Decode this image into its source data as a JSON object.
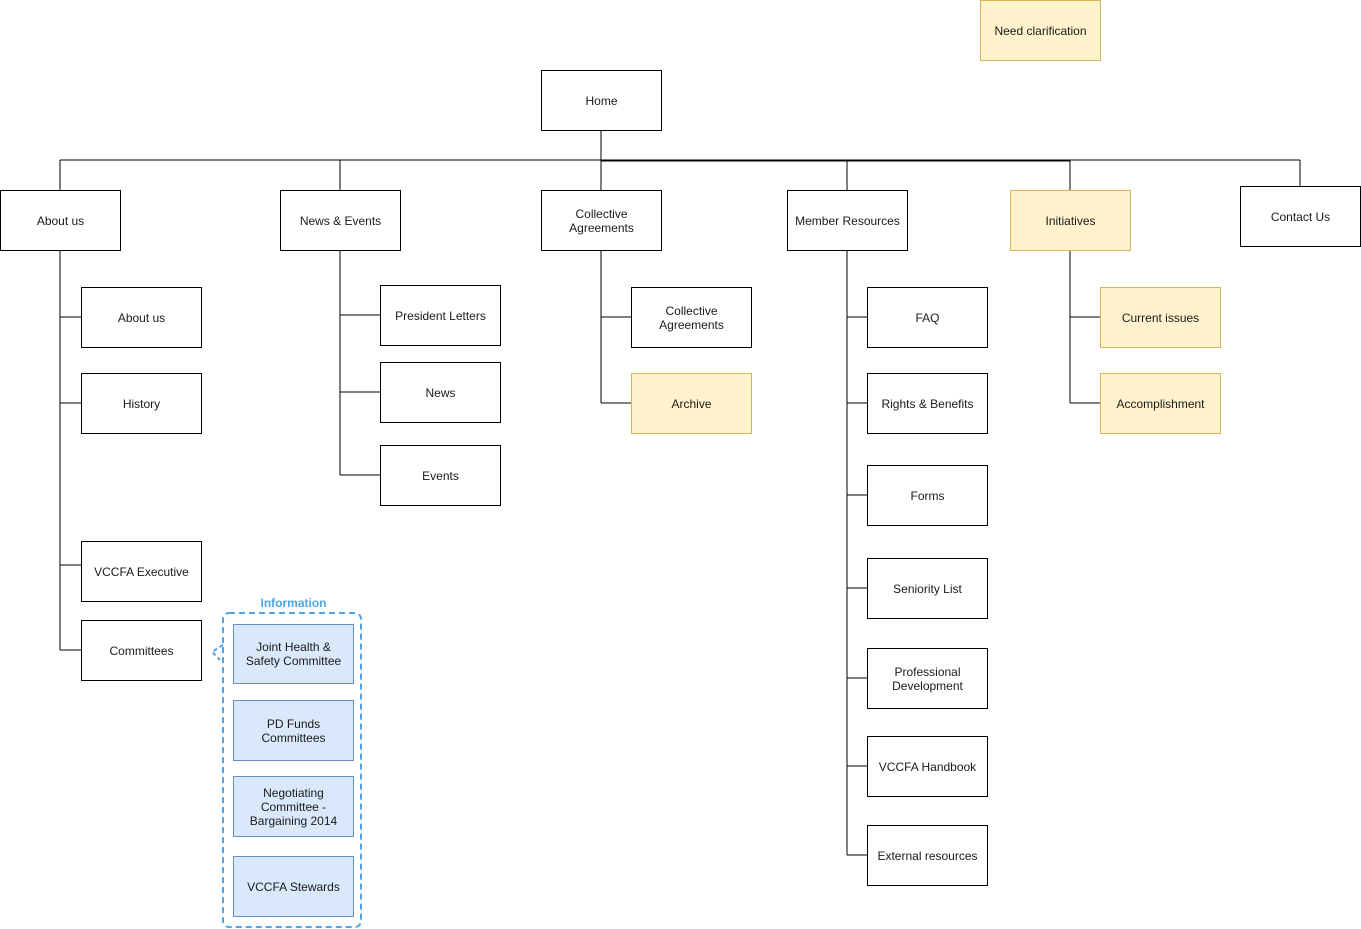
{
  "legend": {
    "label": "Need clarification",
    "color": "#fff2cc"
  },
  "root": {
    "label": "Home"
  },
  "sections": [
    {
      "label": "About us",
      "children": [
        "About us",
        "History",
        "VCCFA Executive",
        "Committees"
      ]
    },
    {
      "label": "News & Events",
      "children": [
        "President Letters",
        "News",
        "Events"
      ]
    },
    {
      "label": "Collective Agreements",
      "children": [
        "Collective Agreements",
        "Archive"
      ]
    },
    {
      "label": "Member Resources",
      "children": [
        "FAQ",
        "Rights & Benefits",
        "Forms",
        "Seniority List",
        "Professional Development",
        "VCCFA Handbook",
        "External resources"
      ]
    },
    {
      "label": "Initiatives",
      "children": [
        "Current issues",
        "Accomplishment"
      ]
    },
    {
      "label": "Contact Us",
      "children": []
    }
  ],
  "committees_group": {
    "label": "Information",
    "items": [
      "Joint Health & Safety Committee",
      "PD Funds Committees",
      "Negotiating Committee - Bargaining 2014",
      "VCCFA Stewards"
    ]
  },
  "colors": {
    "need_clarification": "#fff2cc",
    "information": "#dae8fc",
    "group_outline": "#4ea4e5"
  }
}
